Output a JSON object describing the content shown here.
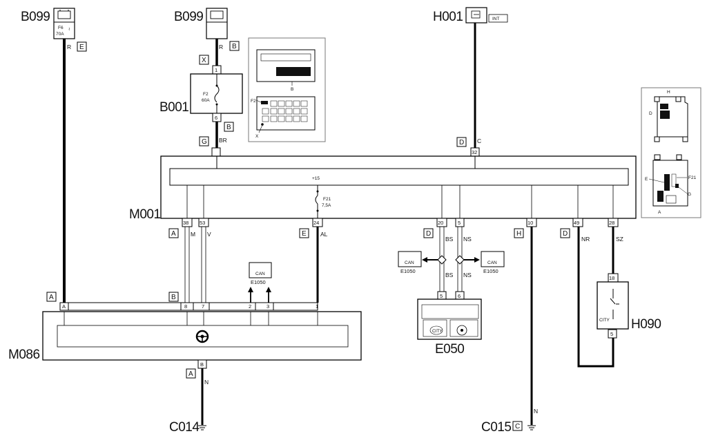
{
  "components": {
    "b099_left": {
      "code": "B099",
      "fuse_name": "F6",
      "fuse_rating": "70A",
      "wire": "R",
      "conn": "E"
    },
    "b099_mid": {
      "code": "B099",
      "wire": "R",
      "conn": "B"
    },
    "b001": {
      "code": "B001",
      "conn_in": "X",
      "pin_in": "1",
      "fuse_name": "F2",
      "fuse_rating": "60A",
      "pin_out": "6",
      "conn_out": "B"
    },
    "h001": {
      "code": "H001",
      "badge": "INT",
      "conn": "D",
      "wire": "C",
      "pin": "32"
    },
    "m001": {
      "code": "M001",
      "conn_top": "G",
      "wire_top": "BR",
      "bus_label": "+15",
      "fuse_name": "F21",
      "fuse_rating": "7,5A",
      "pins": [
        "38",
        "53",
        "24",
        "20",
        "5",
        "10",
        "49",
        "28"
      ],
      "conns": [
        "A",
        "E",
        "D",
        "H",
        "D"
      ]
    },
    "m086": {
      "code": "M086",
      "conn_top_left": "A",
      "pin_a": "A",
      "conn_top_mid": "B",
      "pins": [
        "8",
        "7",
        "2",
        "3",
        "1"
      ],
      "conn_bottom": "A",
      "pin_bottom": "B",
      "wire_bottom": "N"
    },
    "e050": {
      "code": "E050",
      "pins": [
        "5",
        "6"
      ],
      "icon_label": "CITY"
    },
    "e1050": {
      "code": "E1050",
      "icon_label": "CAN"
    },
    "h090": {
      "code": "H090",
      "pin_top": "18",
      "pin_bottom": "5",
      "label": "CITY"
    },
    "c014": {
      "code": "C014"
    },
    "c015": {
      "code": "C015",
      "conn": "C",
      "wire": "N"
    }
  },
  "wires": {
    "m": "M",
    "v": "V",
    "al": "AL",
    "bs": "BS",
    "ns": "NS",
    "nr": "NR",
    "sz": "SZ",
    "n": "N"
  },
  "inset1": {
    "label_b": "B",
    "label_f2": "F2",
    "label_x": "X"
  },
  "inset2": {
    "label_h": "H",
    "label_d": "D",
    "label_e": "E",
    "label_f21": "F21",
    "label_g": "G",
    "label_a": "A"
  }
}
